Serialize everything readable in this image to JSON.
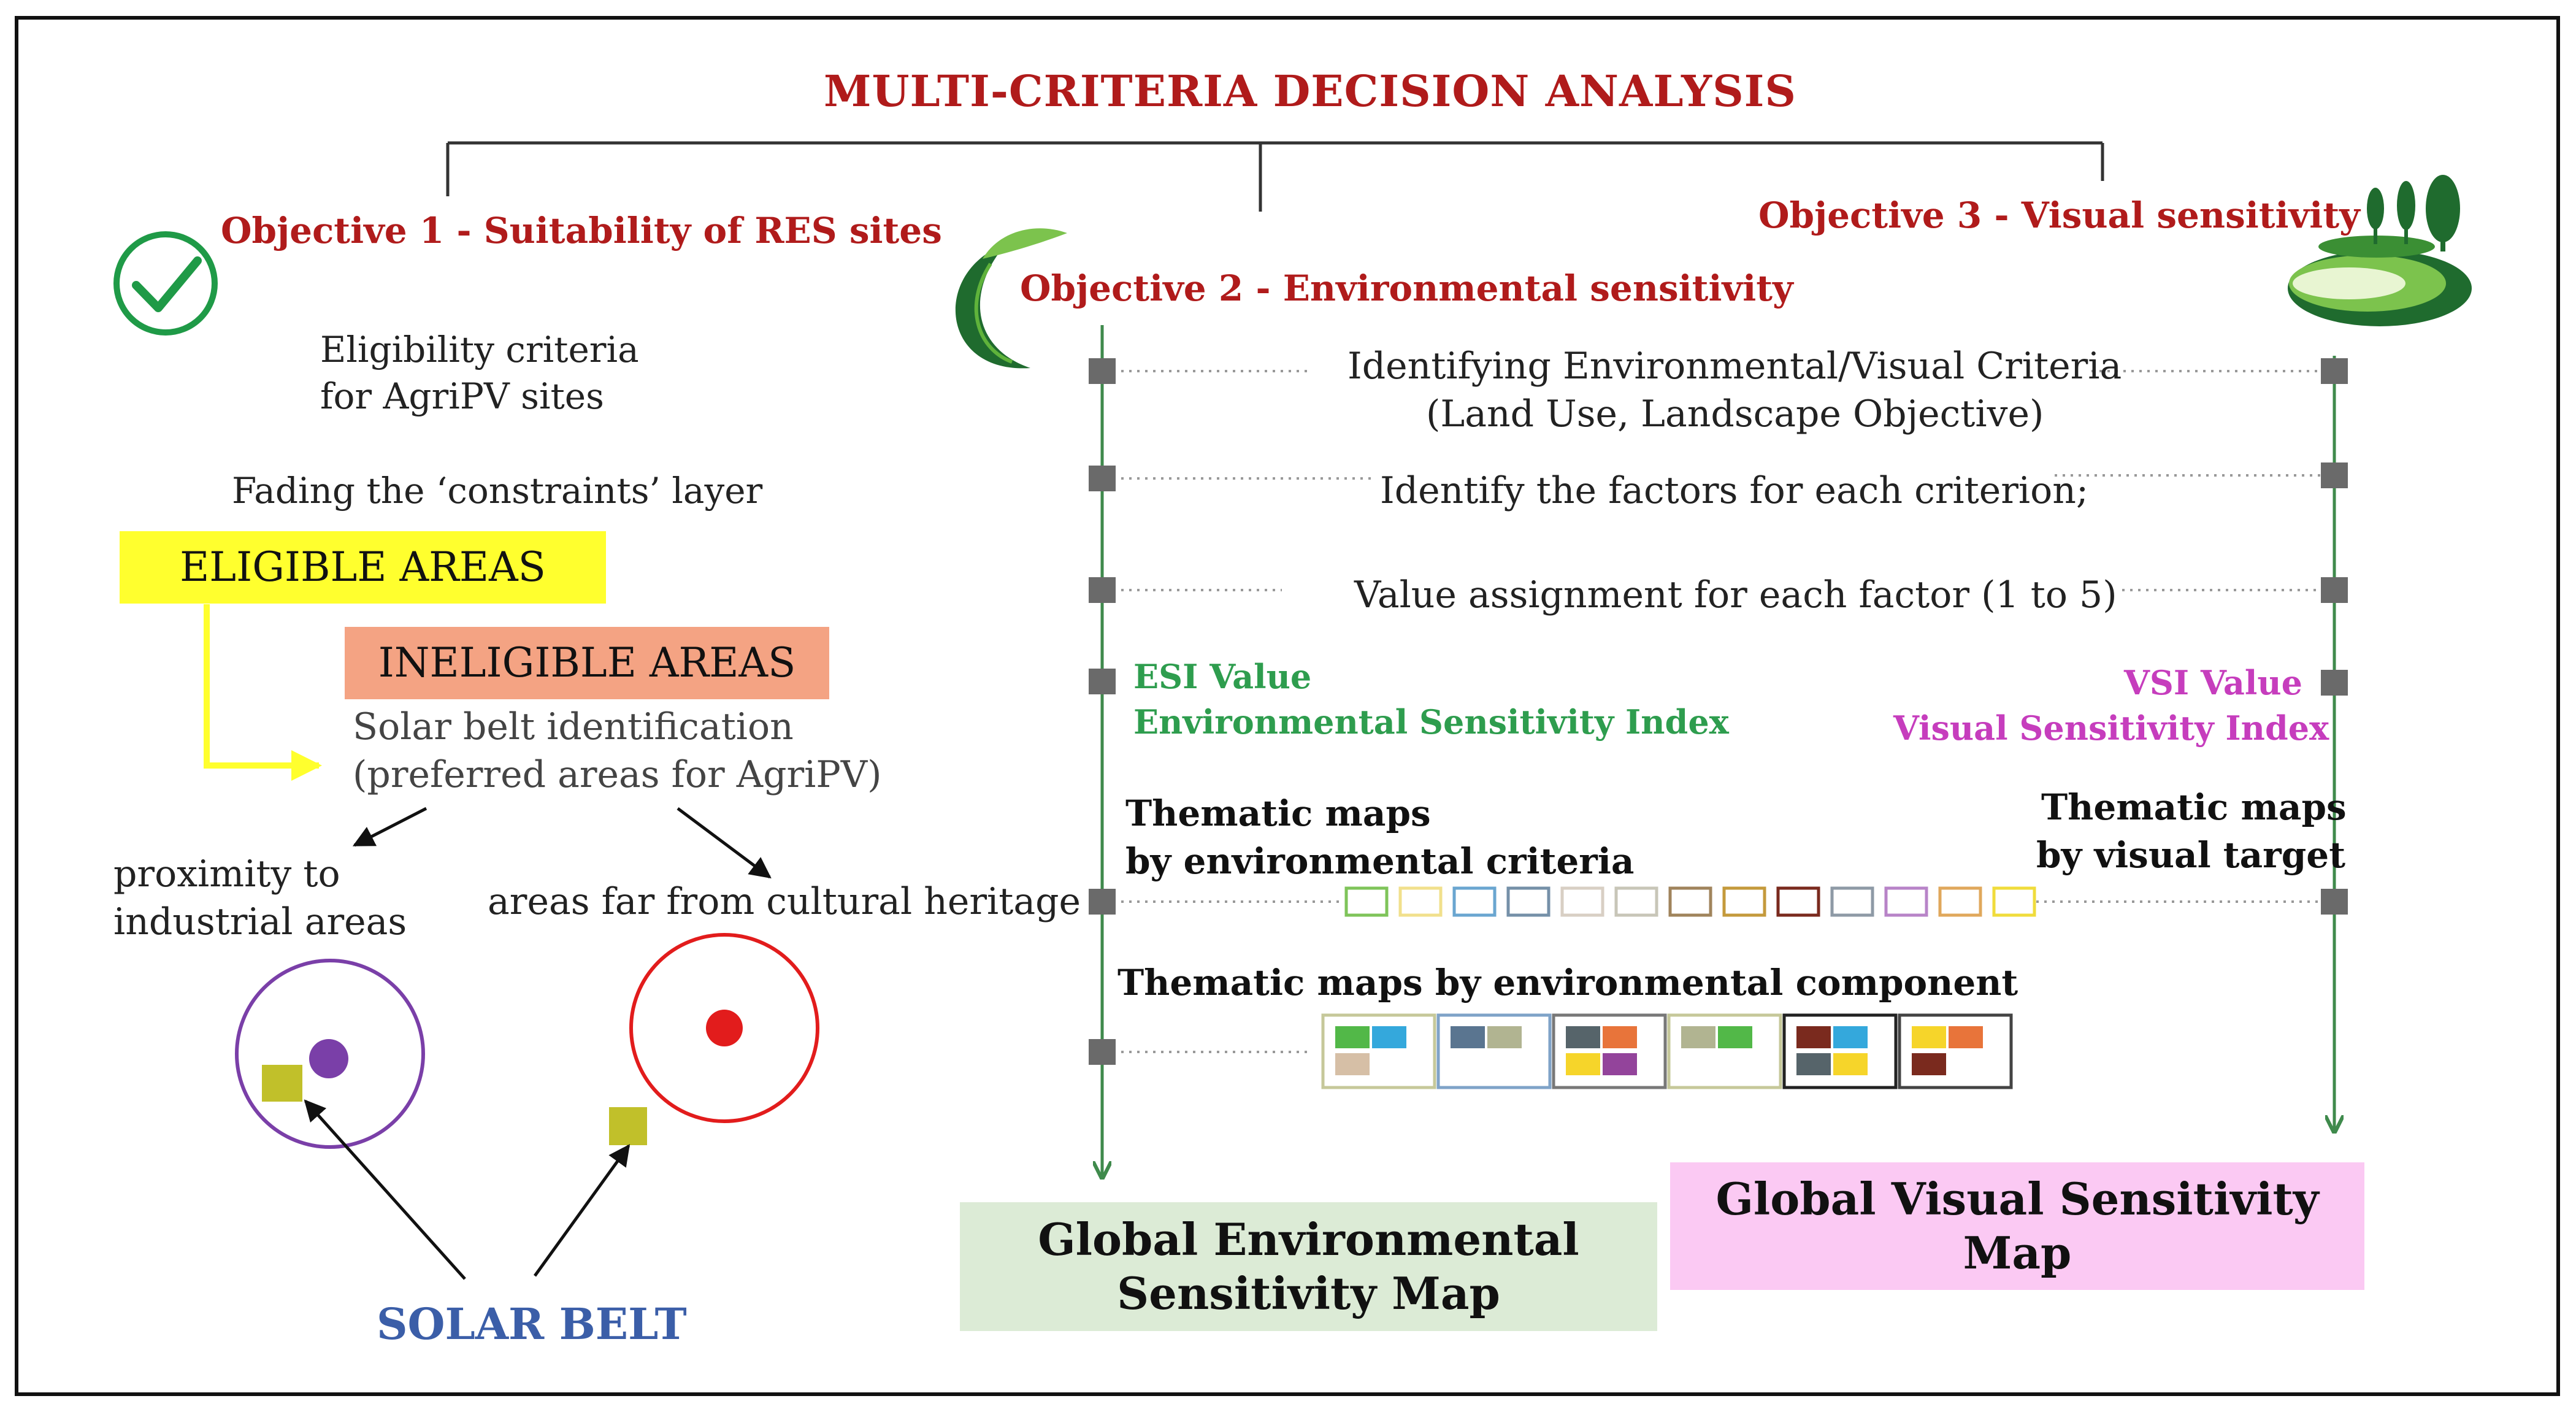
{
  "title": "MULTI-CRITERIA DECISION ANALYSIS",
  "objective1": {
    "title": "Objective 1 - Suitability of RES sites",
    "eligibility_line1": "Eligibility criteria",
    "eligibility_line2": "for AgriPV sites",
    "fading": "Fading the ‘constraints’ layer",
    "eligible": "ELIGIBLE AREAS",
    "ineligible": "INELIGIBLE AREAS",
    "solar_belt_line1": "Solar belt identification",
    "solar_belt_line2": "(preferred areas for AgriPV)",
    "proximity_line1": "proximity to",
    "proximity_line2": "industrial areas",
    "far_heritage": "areas far from cultural heritage",
    "solar_belt_label": "SOLAR BELT"
  },
  "objective2": {
    "title": "Objective 2 - Environmental sensitivity",
    "esi_value": "ESI Value",
    "esi_name": "Environmental Sensitivity Index",
    "thematic_criteria_line1": "Thematic maps",
    "thematic_criteria_line2": "by environmental criteria",
    "thematic_component": "Thematic maps by environmental component",
    "global_line1": "Global Environmental",
    "global_line2": "Sensitivity Map"
  },
  "objective3": {
    "title": "Objective 3 - Visual sensitivity",
    "vsi_value": "VSI Value",
    "vsi_name": "Visual Sensitivity Index",
    "thematic_target_line1": "Thematic maps",
    "thematic_target_line2": "by visual target",
    "global": "Global Visual Sensitivity Map"
  },
  "steps": {
    "identify_criteria_line1": "Identifying Environmental/Visual Criteria",
    "identify_criteria_line2": "(Land Use, Landscape Objective)",
    "identify_factors": "Identify the factors for each criterion;",
    "value_assignment": "Value assignment for each factor (1 to 5)"
  },
  "colors": {
    "title_red": "#b01b1b",
    "esi_green": "#2e9d4e",
    "vsi_magenta": "#c63dbd",
    "solar_blue": "#3b5ea8",
    "eligible_yellow": "#ffff2e",
    "ineligible_salmon": "#f4a383",
    "global_env_bg": "#dcebd6",
    "global_visual_bg": "#fbc9f3",
    "axis_green": "#3f8a4c",
    "marker_grey": "#6a6a6a"
  },
  "criteria_swatch_colors": [
    "#7fc45a",
    "#f1e08c",
    "#6aa6d0",
    "#7590a8",
    "#d8cfc4",
    "#c8c6b8",
    "#a0845c",
    "#c49a3c",
    "#7a2a1e",
    "#8e9aa6",
    "#b884c8",
    "#e0a85c",
    "#f0dc3c"
  ],
  "component_maps": [
    {
      "border": "#c6c89a",
      "tiles": [
        "#52b848",
        "#34a8dc",
        "#d6bfa6"
      ]
    },
    {
      "border": "#7fa3c8",
      "tiles": [
        "#5a7590",
        "#b1b491"
      ]
    },
    {
      "border": "#787878",
      "tiles": [
        "#56646a",
        "#e8743a",
        "#f6d52a",
        "#93449b"
      ]
    },
    {
      "border": "#c6c89a",
      "tiles": [
        "#b1b491",
        "#52b848"
      ]
    },
    {
      "border": "#222222",
      "tiles": [
        "#7a2a1e",
        "#34a8dc",
        "#56646a",
        "#f6d52a"
      ]
    },
    {
      "border": "#444444",
      "tiles": [
        "#f6d52a",
        "#e8743a",
        "#7a2a1e"
      ]
    }
  ]
}
